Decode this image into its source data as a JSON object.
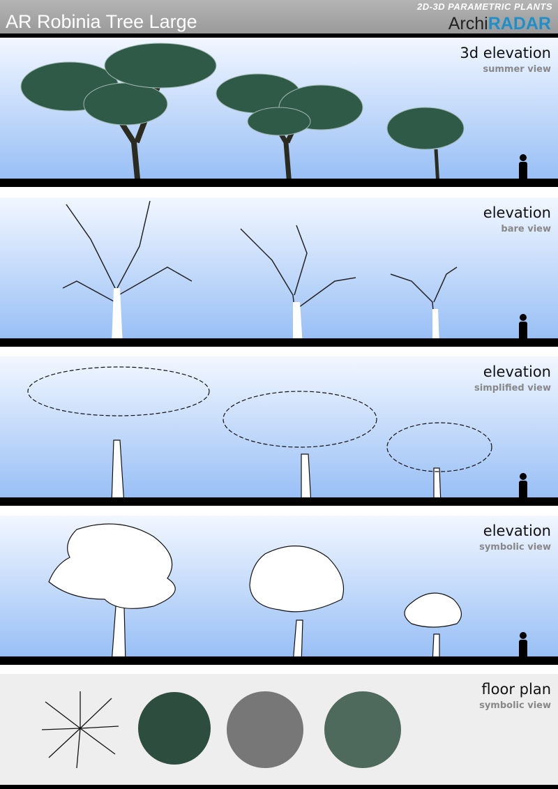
{
  "header": {
    "title": "AR Robinia Tree Large",
    "tagline": "2D-3D PARAMETRIC PLANTS",
    "logo_part1": "Archi",
    "logo_part2": "RADAR"
  },
  "panels": [
    {
      "title": "3d elevation",
      "subtitle": "summer view"
    },
    {
      "title": "elevation",
      "subtitle": "bare view"
    },
    {
      "title": "elevation",
      "subtitle": "simplified view"
    },
    {
      "title": "elevation",
      "subtitle": "symbolic view"
    },
    {
      "title": "floor plan",
      "subtitle": "symbolic view"
    }
  ],
  "colors": {
    "foliage": "#2f5a48",
    "sky_top": "#f2f7ff",
    "sky_bottom": "#93bcf5",
    "brand": "#1f8fc9"
  }
}
